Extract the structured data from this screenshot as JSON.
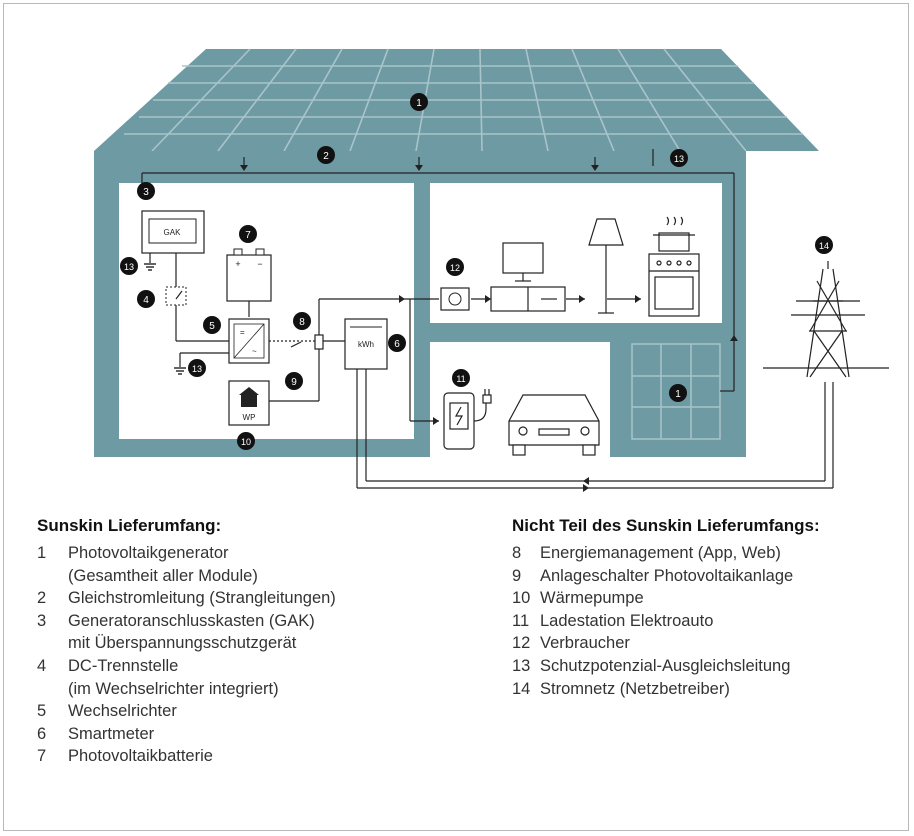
{
  "diagram_labels": {
    "gak": "GAK",
    "wp": "WP",
    "kwh": "kWh",
    "battery_plus": "+",
    "battery_minus": "−",
    "badges": [
      "1",
      "2",
      "3",
      "4",
      "5",
      "6",
      "7",
      "8",
      "9",
      "10",
      "11",
      "12",
      "13",
      "13",
      "13",
      "14",
      "1"
    ]
  },
  "legend_left": {
    "title": "Sunskin Lieferumfang:",
    "items": [
      {
        "num": "1",
        "text": "Photovoltaikgenerator",
        "text2": "(Gesamtheit aller Module)"
      },
      {
        "num": "2",
        "text": "Gleichstromleitung (Strangleitungen)",
        "text2": ""
      },
      {
        "num": "3",
        "text": "Generatoranschlusskasten (GAK)",
        "text2": "mit Überspannungsschutzgerät"
      },
      {
        "num": "4",
        "text": "DC-Trennstelle",
        "text2": "(im Wechselrichter integriert)"
      },
      {
        "num": "5",
        "text": "Wechselrichter",
        "text2": ""
      },
      {
        "num": "6",
        "text": "Smartmeter",
        "text2": ""
      },
      {
        "num": "7",
        "text": "Photovoltaikbatterie",
        "text2": ""
      }
    ]
  },
  "legend_right": {
    "title": "Nicht Teil des Sunskin Lieferumfangs:",
    "items": [
      {
        "num": "8",
        "text": "Energiemanagement (App, Web)"
      },
      {
        "num": "9",
        "text": "Anlageschalter Photovoltaikanlage"
      },
      {
        "num": "10",
        "text": "Wärmepumpe"
      },
      {
        "num": "11",
        "text": "Ladestation Elektroauto"
      },
      {
        "num": "12",
        "text": "Verbraucher"
      },
      {
        "num": "13",
        "text": "Schutzpotenzial-Ausgleichsleitung"
      },
      {
        "num": "14",
        "text": "Stromnetz (Netzbetreiber)"
      }
    ]
  },
  "colors": {
    "house_wall": "#6e9aa3",
    "roof_panel": "#6e9aa3",
    "panel_grid": "#a9c4ca",
    "line": "#222222",
    "badge": "#111111"
  }
}
